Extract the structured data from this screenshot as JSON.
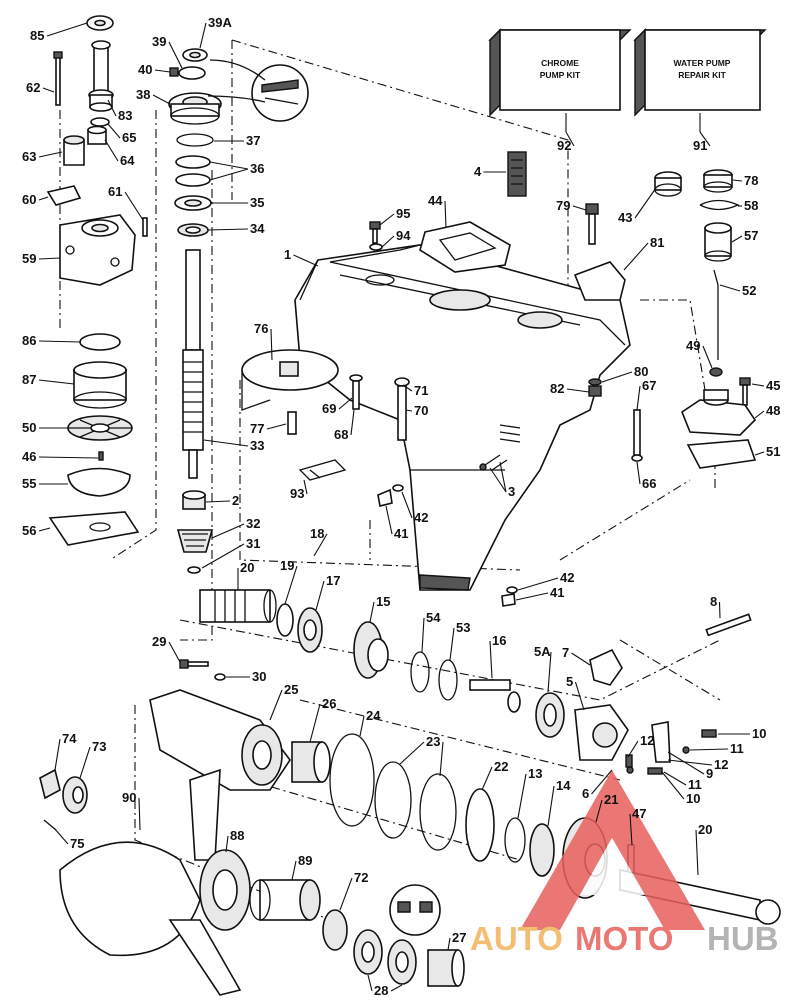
{
  "labels": [
    {
      "id": "85",
      "t": "85"
    },
    {
      "id": "39A",
      "t": "39A"
    },
    {
      "id": "39",
      "t": "39"
    },
    {
      "id": "40",
      "t": "40"
    },
    {
      "id": "62",
      "t": "62"
    },
    {
      "id": "38",
      "t": "38"
    },
    {
      "id": "83",
      "t": "83"
    },
    {
      "id": "65",
      "t": "65"
    },
    {
      "id": "63",
      "t": "63"
    },
    {
      "id": "64",
      "t": "64"
    },
    {
      "id": "37",
      "t": "37"
    },
    {
      "id": "36",
      "t": "36"
    },
    {
      "id": "35",
      "t": "35"
    },
    {
      "id": "34",
      "t": "34"
    },
    {
      "id": "60",
      "t": "60"
    },
    {
      "id": "61",
      "t": "61"
    },
    {
      "id": "59",
      "t": "59"
    },
    {
      "id": "92",
      "t": "92"
    },
    {
      "id": "91",
      "t": "91"
    },
    {
      "id": "4",
      "t": "4"
    },
    {
      "id": "44",
      "t": "44"
    },
    {
      "id": "95",
      "t": "95"
    },
    {
      "id": "94",
      "t": "94"
    },
    {
      "id": "79",
      "t": "79"
    },
    {
      "id": "43",
      "t": "43"
    },
    {
      "id": "78",
      "t": "78"
    },
    {
      "id": "58",
      "t": "58"
    },
    {
      "id": "57",
      "t": "57"
    },
    {
      "id": "1",
      "t": "1"
    },
    {
      "id": "81",
      "t": "81"
    },
    {
      "id": "52",
      "t": "52"
    },
    {
      "id": "86",
      "t": "86"
    },
    {
      "id": "76",
      "t": "76"
    },
    {
      "id": "87",
      "t": "87"
    },
    {
      "id": "49",
      "t": "49"
    },
    {
      "id": "80",
      "t": "80"
    },
    {
      "id": "71",
      "t": "71"
    },
    {
      "id": "82",
      "t": "82"
    },
    {
      "id": "67",
      "t": "67"
    },
    {
      "id": "45",
      "t": "45"
    },
    {
      "id": "69",
      "t": "69"
    },
    {
      "id": "70",
      "t": "70"
    },
    {
      "id": "50",
      "t": "50"
    },
    {
      "id": "77",
      "t": "77"
    },
    {
      "id": "48",
      "t": "48"
    },
    {
      "id": "68",
      "t": "68"
    },
    {
      "id": "33",
      "t": "33"
    },
    {
      "id": "46",
      "t": "46"
    },
    {
      "id": "51",
      "t": "51"
    },
    {
      "id": "3",
      "t": "3"
    },
    {
      "id": "55",
      "t": "55"
    },
    {
      "id": "66",
      "t": "66"
    },
    {
      "id": "93",
      "t": "93"
    },
    {
      "id": "2",
      "t": "2"
    },
    {
      "id": "42a",
      "t": "42"
    },
    {
      "id": "56",
      "t": "56"
    },
    {
      "id": "32",
      "t": "32"
    },
    {
      "id": "41a",
      "t": "41"
    },
    {
      "id": "18",
      "t": "18"
    },
    {
      "id": "31",
      "t": "31"
    },
    {
      "id": "20a",
      "t": "20"
    },
    {
      "id": "19",
      "t": "19"
    },
    {
      "id": "17",
      "t": "17"
    },
    {
      "id": "42b",
      "t": "42"
    },
    {
      "id": "41b",
      "t": "41"
    },
    {
      "id": "8",
      "t": "8"
    },
    {
      "id": "15",
      "t": "15"
    },
    {
      "id": "54",
      "t": "54"
    },
    {
      "id": "53",
      "t": "53"
    },
    {
      "id": "16",
      "t": "16"
    },
    {
      "id": "5A",
      "t": "5A"
    },
    {
      "id": "7",
      "t": "7"
    },
    {
      "id": "29",
      "t": "29"
    },
    {
      "id": "30",
      "t": "30"
    },
    {
      "id": "5",
      "t": "5"
    },
    {
      "id": "25",
      "t": "25"
    },
    {
      "id": "26",
      "t": "26"
    },
    {
      "id": "24",
      "t": "24"
    },
    {
      "id": "10a",
      "t": "10"
    },
    {
      "id": "12a",
      "t": "12"
    },
    {
      "id": "11a",
      "t": "11"
    },
    {
      "id": "23",
      "t": "23"
    },
    {
      "id": "12b",
      "t": "12"
    },
    {
      "id": "74",
      "t": "74"
    },
    {
      "id": "73",
      "t": "73"
    },
    {
      "id": "9",
      "t": "9"
    },
    {
      "id": "22",
      "t": "22"
    },
    {
      "id": "13",
      "t": "13"
    },
    {
      "id": "14",
      "t": "14"
    },
    {
      "id": "11b",
      "t": "11"
    },
    {
      "id": "6",
      "t": "6"
    },
    {
      "id": "10b",
      "t": "10"
    },
    {
      "id": "90",
      "t": "90"
    },
    {
      "id": "21",
      "t": "21"
    },
    {
      "id": "47",
      "t": "47"
    },
    {
      "id": "75",
      "t": "75"
    },
    {
      "id": "88",
      "t": "88"
    },
    {
      "id": "20b",
      "t": "20"
    },
    {
      "id": "89",
      "t": "89"
    },
    {
      "id": "72",
      "t": "72"
    },
    {
      "id": "27",
      "t": "27"
    },
    {
      "id": "28",
      "t": "28"
    }
  ],
  "kits": {
    "chrome_line1": "CHROME",
    "chrome_line2": "PUMP KIT",
    "water_line1": "WATER PUMP",
    "water_line2": "REPAIR KIT"
  },
  "watermark": {
    "part1": "AUTO",
    "part2": "MOTO",
    "part3": "HUB"
  },
  "colors": {
    "watermark_red": "#e8605c",
    "watermark_orange": "#f2b25a",
    "watermark_gray": "#a7a7a7"
  }
}
